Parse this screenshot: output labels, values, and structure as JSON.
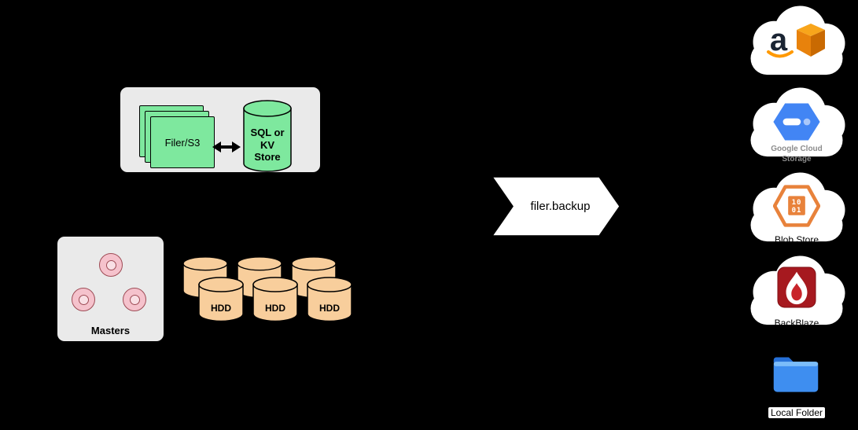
{
  "diagram": {
    "filer_group": {
      "filer_label": "Filer/S3",
      "store_label_lines": [
        "SQL or",
        "KV",
        "Store"
      ]
    },
    "masters": {
      "label": "Masters"
    },
    "volume_cluster": {
      "hdd_labels": [
        "HDD",
        "HDD",
        "HDD"
      ]
    },
    "backup_arrow": {
      "label": "filer.backup"
    },
    "destinations": {
      "aws": {
        "logo_text": "a"
      },
      "gcs": {
        "label_lines": [
          "Google Cloud",
          "Storage"
        ]
      },
      "blob_store": {
        "label": "Blob Store",
        "bits_lines": [
          "10",
          "01"
        ]
      },
      "backblaze": {
        "label": "BackBlaze"
      },
      "local_folder": {
        "label": "Local Folder"
      }
    },
    "icons": {
      "bidirectional_arrow": "↔",
      "cloud": "☁ white cloud silhouette",
      "master_node": "pink donut circle",
      "hdd": "tan cylinder",
      "aws": "amazon 'a' with orange smile + orange cube",
      "gcs": "blue hexagon with white dash",
      "blob_store": "orange hexagon with binary bits box",
      "backblaze": "red rounded square with white flame",
      "local_folder": "blue folder"
    },
    "colors": {
      "background": "#000000",
      "container_gray": "#EAEAEA",
      "node_green": "#7EE89E",
      "hdd_tan": "#F8CE9C",
      "master_pink": "#F5C2CC",
      "backup_arrow_white": "#FFFFFF",
      "gcs_blue": "#4285F4",
      "blob_orange": "#E8823B",
      "backblaze_red": "#A6191F",
      "folder_blue": "#3E8EF0",
      "aws_orange": "#FF9900"
    }
  }
}
